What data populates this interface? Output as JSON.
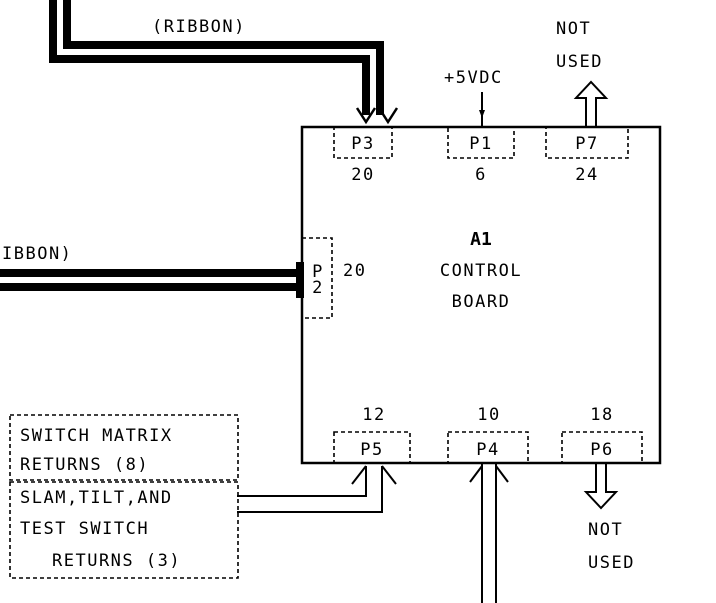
{
  "board": {
    "designator": "A1",
    "name_line1": "CONTROL",
    "name_line2": "BOARD"
  },
  "cables": {
    "top": "(RIBBON)",
    "left": "IBBON)"
  },
  "connectors": {
    "p3": {
      "label": "P3",
      "pins": "20"
    },
    "p1": {
      "label": "P1",
      "pins": "6",
      "supply": "+5VDC"
    },
    "p7": {
      "label": "P7",
      "pins": "24",
      "note1": "NOT",
      "note2": "USED"
    },
    "p2": {
      "label_a": "P",
      "label_b": "2",
      "pins": "20"
    },
    "p5": {
      "label": "P5",
      "pins": "12"
    },
    "p4": {
      "label": "P4",
      "pins": "10"
    },
    "p6": {
      "label": "P6",
      "pins": "18",
      "note1": "NOT",
      "note2": "USED"
    }
  },
  "returns": {
    "switch_matrix_1": "SWITCH MATRIX",
    "switch_matrix_2": "RETURNS (8)",
    "slam_1": "SLAM,TILT,AND",
    "slam_2": "TEST SWITCH",
    "slam_3": "RETURNS (3)"
  }
}
